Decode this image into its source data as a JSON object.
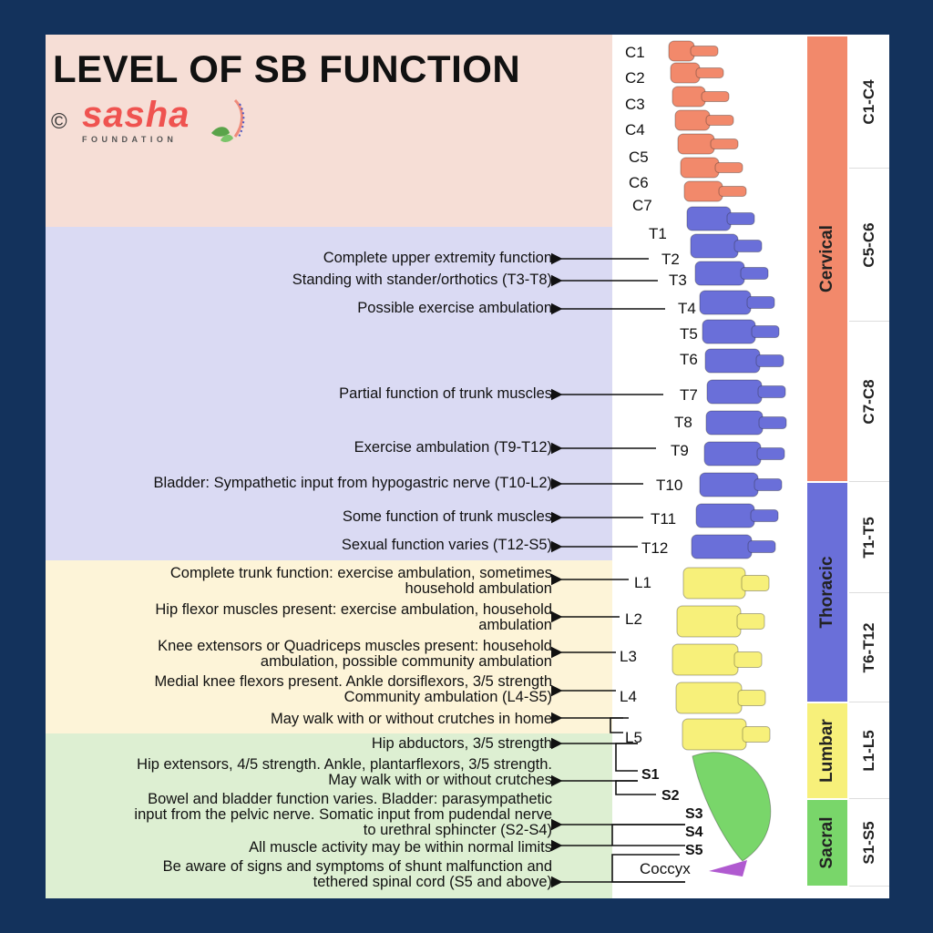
{
  "title": "LEVEL OF SB FUNCTION",
  "logo": {
    "copyright": "©",
    "name": "sasha",
    "subtitle": "FOUNDATION"
  },
  "colors": {
    "background": "#13325c",
    "cervical": "#f2896b",
    "thoracic": "#6a6fd9",
    "lumbar": "#f7f07a",
    "sacral": "#79d66a",
    "band_title": "#f6ded6",
    "band_thoracic": "#dadaf3",
    "band_lumbar": "#fdf4d8",
    "band_sacral": "#ddefd2"
  },
  "vertebra_labels": [
    "C1",
    "C2",
    "C3",
    "C4",
    "C5",
    "C6",
    "C7",
    "T1",
    "T2",
    "T3",
    "T4",
    "T5",
    "T6",
    "T7",
    "T8",
    "T9",
    "T10",
    "T11",
    "T12",
    "L1",
    "L2",
    "L3",
    "L4",
    "L5",
    "S1",
    "S2",
    "S3",
    "S4",
    "S5",
    "Coccyx"
  ],
  "functions": [
    "Complete upper extremity function",
    "Standing with stander/orthotics (T3-T8)",
    "Possible exercise ambulation",
    "Partial function of trunk muscles",
    "Exercise ambulation (T9-T12)",
    "Bladder: Sympathetic input from hypogastric nerve (T10-L2)",
    "Some function of trunk muscles",
    "Sexual function varies (T12-S5)",
    "Complete trunk function: exercise ambulation, sometimes\nhousehold ambulation",
    "Hip flexor muscles present: exercise ambulation, household\nambulation",
    "Knee extensors or Quadriceps muscles present: household\nambulation, possible community ambulation",
    "Medial knee flexors present. Ankle dorsiflexors, 3/5 strength\nCommunity ambulation (L4-S5)",
    "May walk with or without crutches in home",
    "Hip abductors, 3/5 strength",
    "Hip extensors, 4/5 strength. Ankle, plantarflexors, 3/5 strength.\nMay walk with or without crutches",
    "Bowel and bladder function varies. Bladder: parasympathetic\ninput from the pelvic nerve. Somatic input from pudendal nerve\nto urethral sphincter (S2-S4)",
    "All muscle activity may be within normal limits",
    "Be aware of signs and symptoms of shunt malfunction and\ntethered spinal cord (S5 and above)"
  ],
  "regions": [
    "Cervical",
    "Thoracic",
    "Lumbar",
    "Sacral"
  ],
  "ranges": [
    "C1-C4",
    "C5-C6",
    "C7-C8",
    "T1-T5",
    "T6-T12",
    "L1-L5",
    "S1-S5"
  ]
}
